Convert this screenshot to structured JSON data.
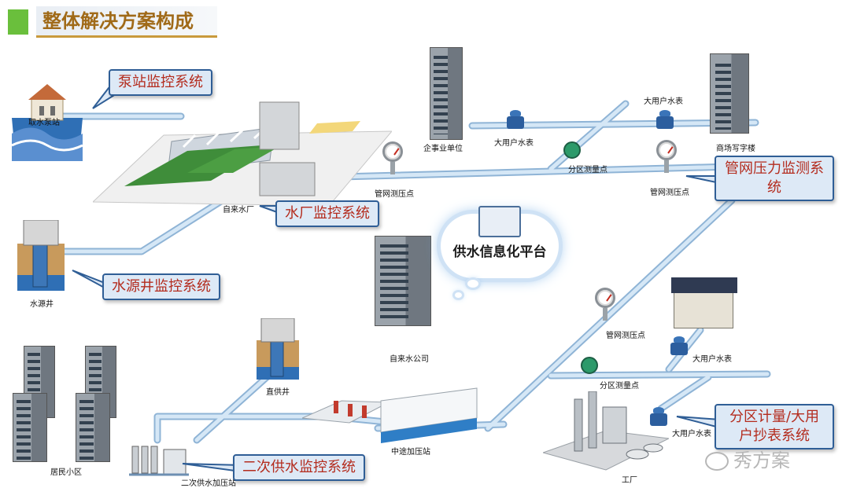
{
  "header": {
    "title": "整体解决方案构成",
    "accent_color": "#6abf3c",
    "title_color": "#a06a18"
  },
  "callouts": {
    "pump_station": "泵站监控系统",
    "water_plant": "水厂监控系统",
    "water_source_well": "水源井监控系统",
    "secondary_supply": "二次供水监控系统",
    "pipe_pressure": "管网压力监测系统",
    "district_metering": "分区计量/大用户抄表系统"
  },
  "cloud": {
    "text": "供水信息化平台"
  },
  "labels": {
    "intake_pump_station": "取水泵站",
    "enterprise": "企事业单位",
    "big_meter_1": "大用户水表",
    "big_meter_2": "大用户水表",
    "big_meter_3": "大用户水表",
    "big_meter_4": "大用户水表",
    "mall_office": "商场写字楼",
    "district_point_1": "分区测量点",
    "district_point_2": "分区测量点",
    "pressure_point_1": "管网测压点",
    "pressure_point_2": "管网测压点",
    "pressure_point_3": "管网测压点",
    "water_plant": "自来水厂",
    "water_source_well": "水源井",
    "water_company": "自来水公司",
    "direct_well": "直供井",
    "residential": "居民小区",
    "secondary_station": "二次供水加压站",
    "midway_station": "中途加压站",
    "factory": "工厂"
  },
  "watermark": "秀方案",
  "colors": {
    "pipe": "#b9d6ee",
    "pipe_edge": "#8fb4d6",
    "callout_border": "#2f5e96",
    "callout_text": "#b42c1e"
  }
}
